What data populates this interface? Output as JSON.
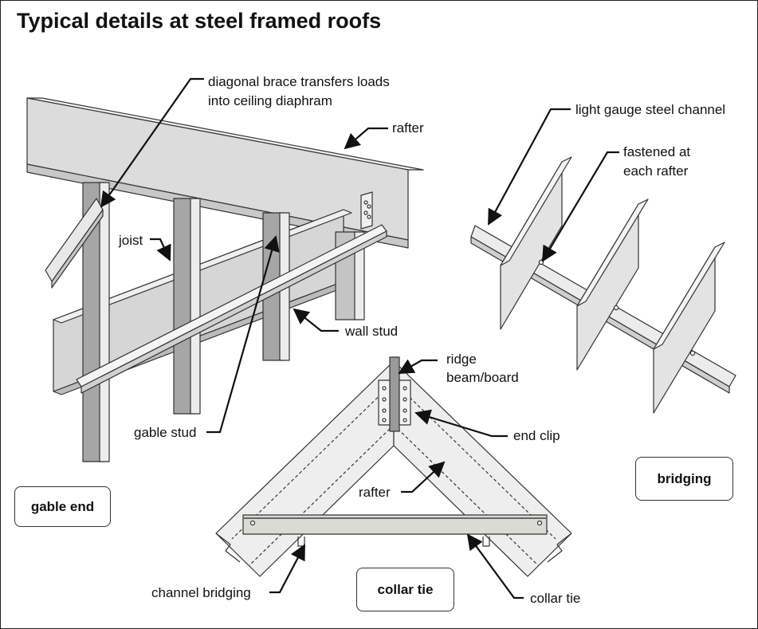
{
  "title": "Typical details at steel framed roofs",
  "panels": {
    "gable_end": "gable end",
    "bridging": "bridging",
    "collar_tie": "collar tie"
  },
  "callouts": {
    "diagonal_brace_line1": "diagonal brace transfers loads",
    "diagonal_brace_line2": "into ceiling diaphram",
    "rafter_top": "rafter",
    "joist": "joist",
    "wall_stud": "wall stud",
    "gable_stud": "gable stud",
    "light_gauge_channel": "light gauge steel channel",
    "fastened_line1": "fastened at",
    "fastened_line2": "each rafter",
    "ridge_line1": "ridge",
    "ridge_line2": "beam/board",
    "end_clip": "end clip",
    "rafter_collar": "rafter",
    "channel_bridging": "channel bridging",
    "collar_tie_label": "collar tie"
  }
}
